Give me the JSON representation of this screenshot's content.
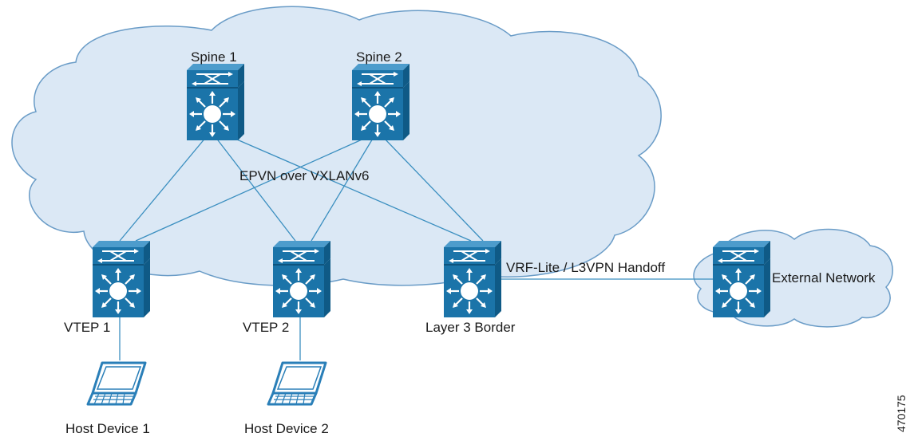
{
  "colors": {
    "cloud_fill": "#dbe8f5",
    "cloud_stroke": "#6a9cc7",
    "link": "#3b8fc0",
    "switch_body": "#1b74a9",
    "switch_dark": "#0f5a86",
    "host": "#2a7fb8"
  },
  "labels": {
    "spine1": "Spine 1",
    "spine2": "Spine 2",
    "fabric": "EPVN over VXLANv6",
    "vtep1": "VTEP 1",
    "vtep2": "VTEP 2",
    "border": "Layer 3 Border",
    "handoff": "VRF-Lite / L3VPN Handoff",
    "external": "External Network",
    "host1": "Host Device 1",
    "host2": "Host Device 2",
    "figure_id": "470175"
  },
  "icons": {
    "switch": "layer3-switch-icon",
    "host": "laptop-icon",
    "cloud": "cloud-icon"
  }
}
